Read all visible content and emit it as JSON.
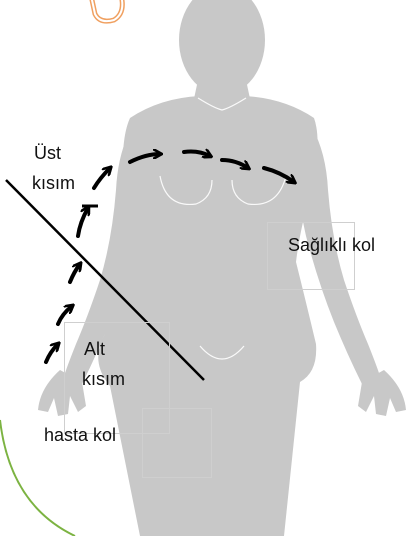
{
  "labels": {
    "ust_line1": "Üst",
    "ust_line2": "kısım",
    "saglikli_kol": "Sağlıklı kol",
    "alt_line1": "Alt",
    "alt_line2": "kısım",
    "hasta_kol": "hasta kol"
  },
  "colors": {
    "silhouette": "#c8c8c8",
    "arrow": "#000000",
    "curve_border": "#7cb342",
    "corner_logo": "#f0a060",
    "box_border": "#cfcfcf"
  },
  "icons": {
    "figure": "female-body-silhouette-icon",
    "arrows": "drainage-direction-arrow-icon",
    "corner": "partial-number-logo-icon"
  }
}
